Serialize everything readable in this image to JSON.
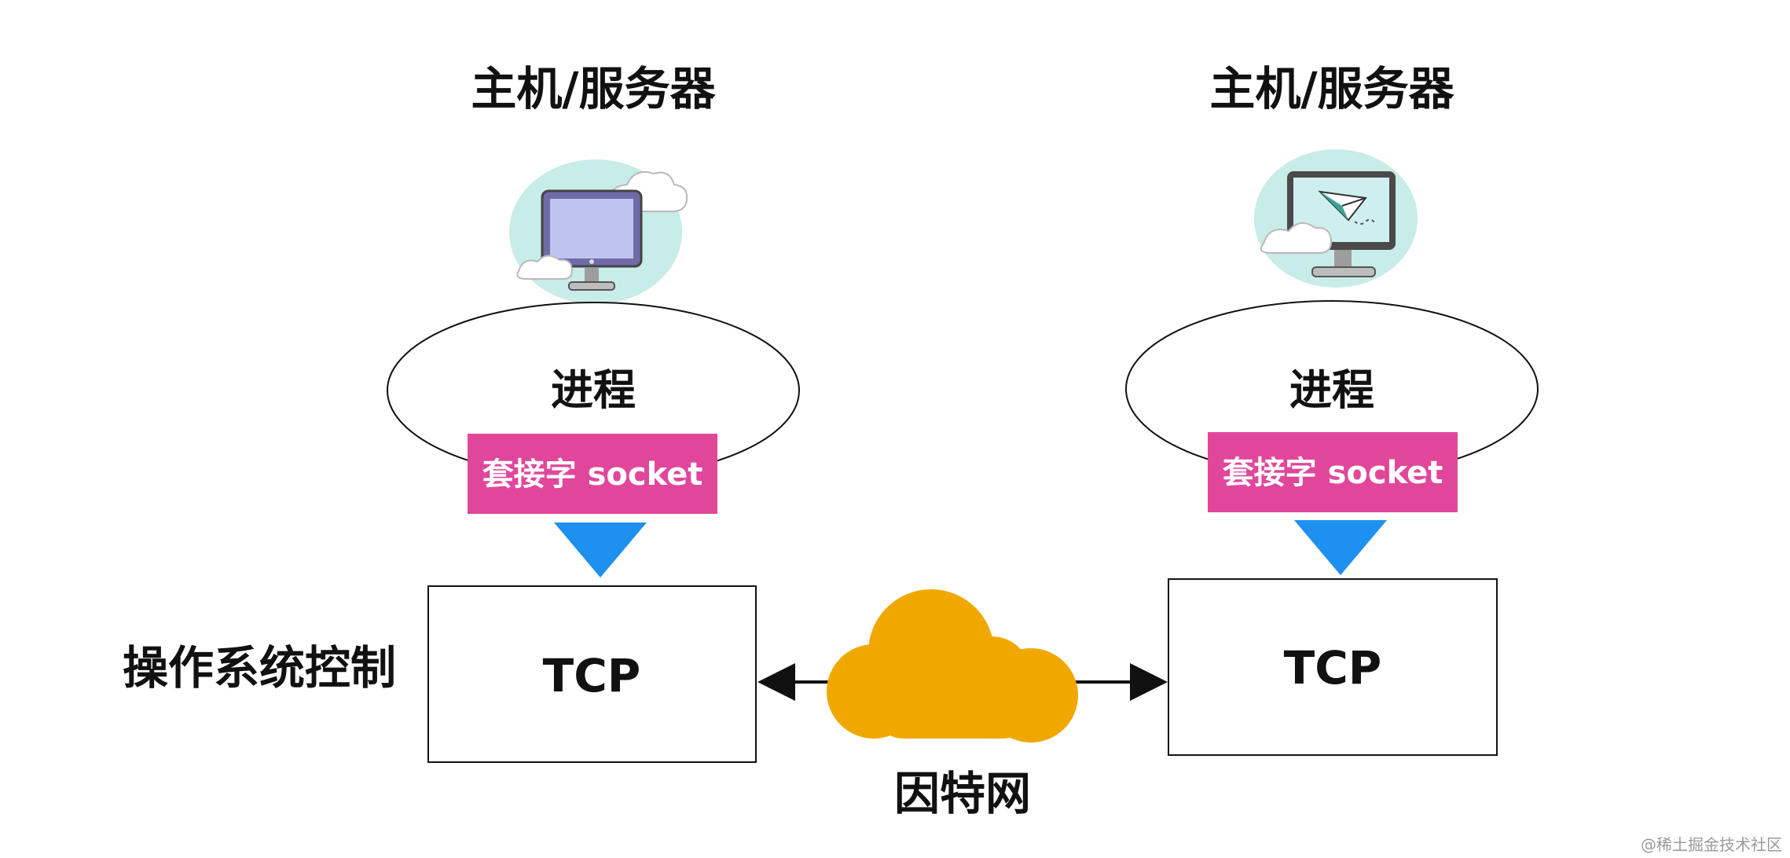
{
  "hosts": [
    {
      "title": "主机/服务器",
      "process": "进程",
      "socket": "套接字 socket",
      "protocol": "TCP",
      "icon": "computer-cloud-icon"
    },
    {
      "title": "主机/服务器",
      "process": "进程",
      "socket": "套接字 socket",
      "protocol": "TCP",
      "icon": "computer-paper-plane-icon"
    }
  ],
  "side_label": "操作系统控制",
  "network": {
    "label": "因特网",
    "icon": "cloud-icon"
  },
  "watermark": "@稀土掘金技术社区",
  "colors": {
    "socket_fill": "#e0479b",
    "triangle_fill": "#1e90f0",
    "cloud_fill": "#f0a800",
    "line": "#111111"
  }
}
